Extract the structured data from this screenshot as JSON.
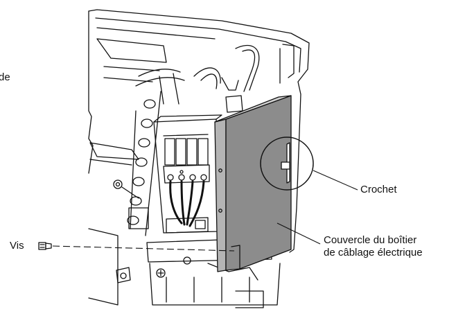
{
  "labels": {
    "partial_left": "de",
    "hook": "Crochet",
    "screw": "Vis",
    "cover_line1": "Couvercle du boîtier",
    "cover_line2": "de câblage électrique"
  },
  "icons": [
    "screw-icon",
    "hook-detail-icon"
  ],
  "colors": {
    "line": "#111111",
    "cover_fill": "#8c8c8c",
    "cover_side": "#b4b4b4",
    "background": "#ffffff"
  }
}
